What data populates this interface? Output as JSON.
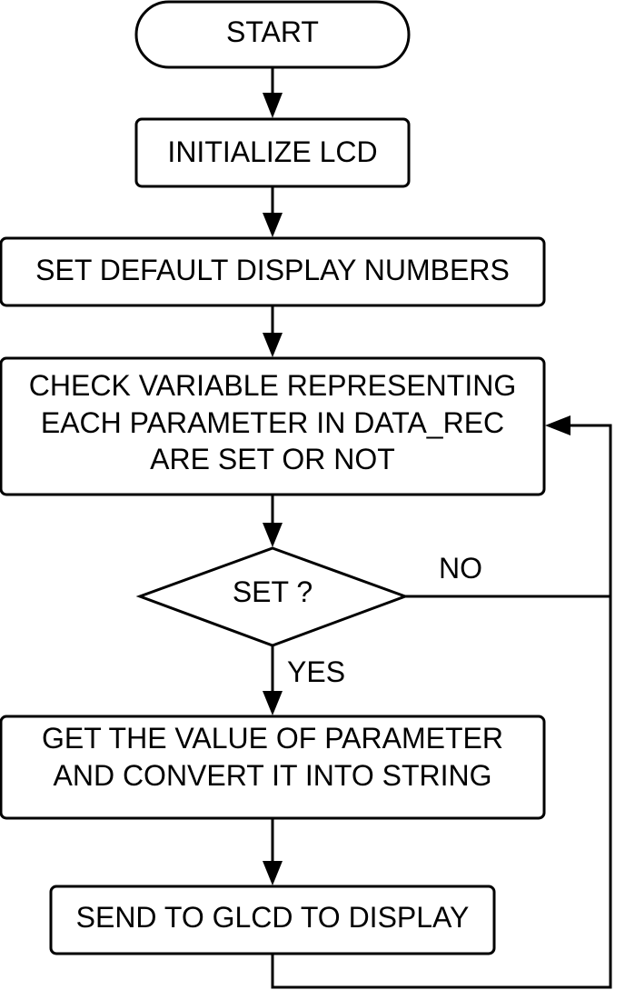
{
  "diagram": {
    "nodes": {
      "start": "START",
      "init_lcd": "INITIALIZE LCD",
      "set_default": "SET DEFAULT DISPLAY NUMBERS",
      "check_line1": "CHECK VARIABLE REPRESENTING",
      "check_line2": "EACH PARAMETER IN DATA_REC",
      "check_line3": "ARE SET OR NOT",
      "decision": "SET ?",
      "get_line1": "GET THE VALUE OF PARAMETER",
      "get_line2": "AND CONVERT IT INTO STRING",
      "send": "SEND TO GLCD TO DISPLAY"
    },
    "edge_labels": {
      "no": "NO",
      "yes": "YES"
    },
    "colors": {
      "stroke": "#000000",
      "fill": "#ffffff",
      "text": "#000000"
    }
  }
}
